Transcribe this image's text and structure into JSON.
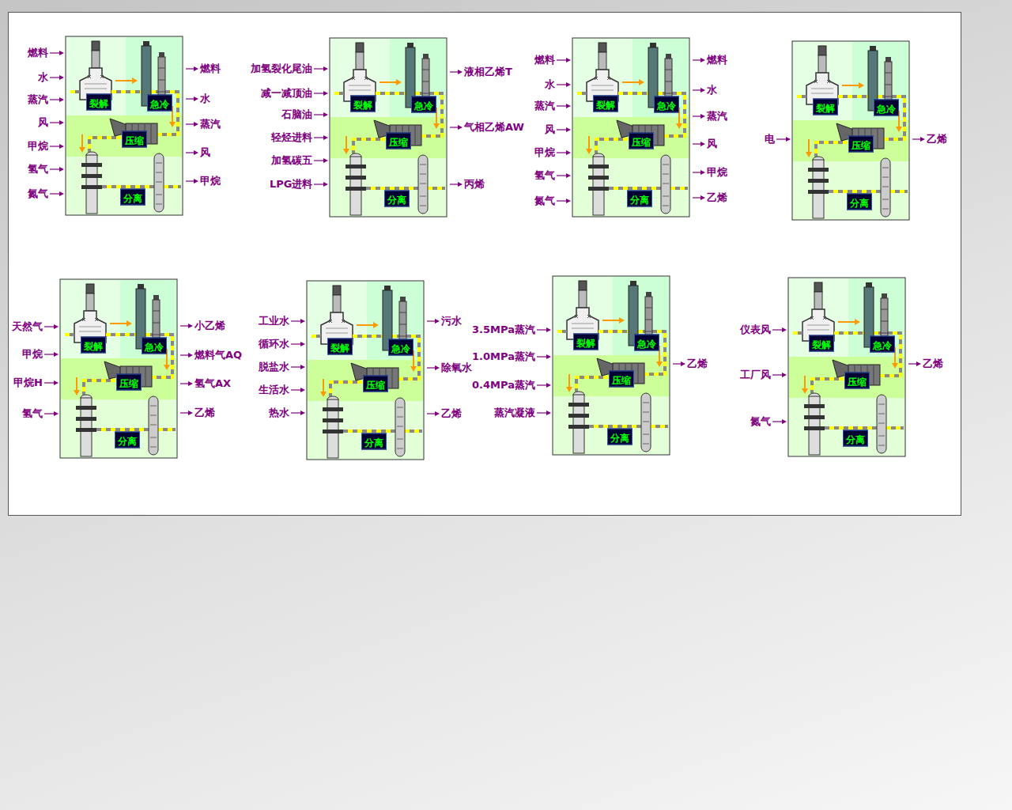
{
  "diagram": {
    "nodes": [
      {
        "text": [
          "裂解"
        ]
      },
      {
        "text": [
          "急冷"
        ]
      },
      {
        "text": [
          "压缩"
        ]
      },
      {
        "text": [
          "分离"
        ]
      },
      {
        "text": [
          "裂解"
        ]
      },
      {
        "text": [
          "急冷"
        ]
      },
      {
        "text": [
          "压缩"
        ]
      },
      {
        "text": [
          "分离"
        ]
      },
      {
        "text": [
          "裂解"
        ]
      },
      {
        "text": [
          "急冷"
        ]
      },
      {
        "text": [
          "压缩"
        ]
      },
      {
        "text": [
          "分离"
        ]
      },
      {
        "text": [
          "裂解"
        ]
      },
      {
        "text": [
          "急冷"
        ]
      },
      {
        "text": [
          "压缩"
        ]
      },
      {
        "text": [
          "分离"
        ]
      },
      {
        "text": [
          "裂解"
        ]
      },
      {
        "text": [
          "急冷"
        ]
      },
      {
        "text": [
          "压缩"
        ]
      },
      {
        "text": [
          "分离"
        ]
      },
      {
        "text": [
          "裂解"
        ]
      },
      {
        "text": [
          "急冷"
        ]
      },
      {
        "text": [
          "压缩"
        ]
      },
      {
        "text": [
          "分离"
        ]
      },
      {
        "text": [
          "裂解"
        ]
      },
      {
        "text": [
          "急冷"
        ]
      },
      {
        "text": [
          "压缩"
        ]
      },
      {
        "text": [
          "分离"
        ]
      },
      {
        "text": [
          "裂解"
        ]
      },
      {
        "text": [
          "急冷"
        ]
      },
      {
        "text": [
          "压缩"
        ]
      },
      {
        "text": [
          "分离"
        ]
      }
    ],
    "labels": [
      "燃料",
      "水",
      "蒸汽",
      "风",
      "甲烷",
      "氢气",
      "氮气",
      "燃料",
      "水",
      "蒸汽",
      "风",
      "甲烷",
      "加氢裂化尾油",
      "减一减顶油",
      "石脑油",
      "轻烃进料",
      "加氢碳五",
      "LPG进料",
      "液相乙烯T",
      "气相乙烯AW",
      "丙烯",
      "燃料",
      "水",
      "蒸汽",
      "风",
      "甲烷",
      "氢气",
      "氮气",
      "燃料",
      "水",
      "蒸汽",
      "风",
      "甲烷",
      "乙烯",
      "电",
      "乙烯",
      "天然气",
      "甲烷",
      "甲烷H",
      "氢气",
      "小乙烯",
      "燃料气AQ",
      "氢气AX",
      "乙烯",
      "工业水",
      "循环水",
      "脱盐水",
      "生活水",
      "热水",
      "污水",
      "除氧水",
      "乙烯",
      "3.5MPa蒸汽",
      "1.0MPa蒸汽",
      "0.4MPa蒸汽",
      "蒸汽凝液",
      "乙烯",
      "仪表风",
      "工厂风",
      "氮气",
      "乙烯"
    ]
  }
}
